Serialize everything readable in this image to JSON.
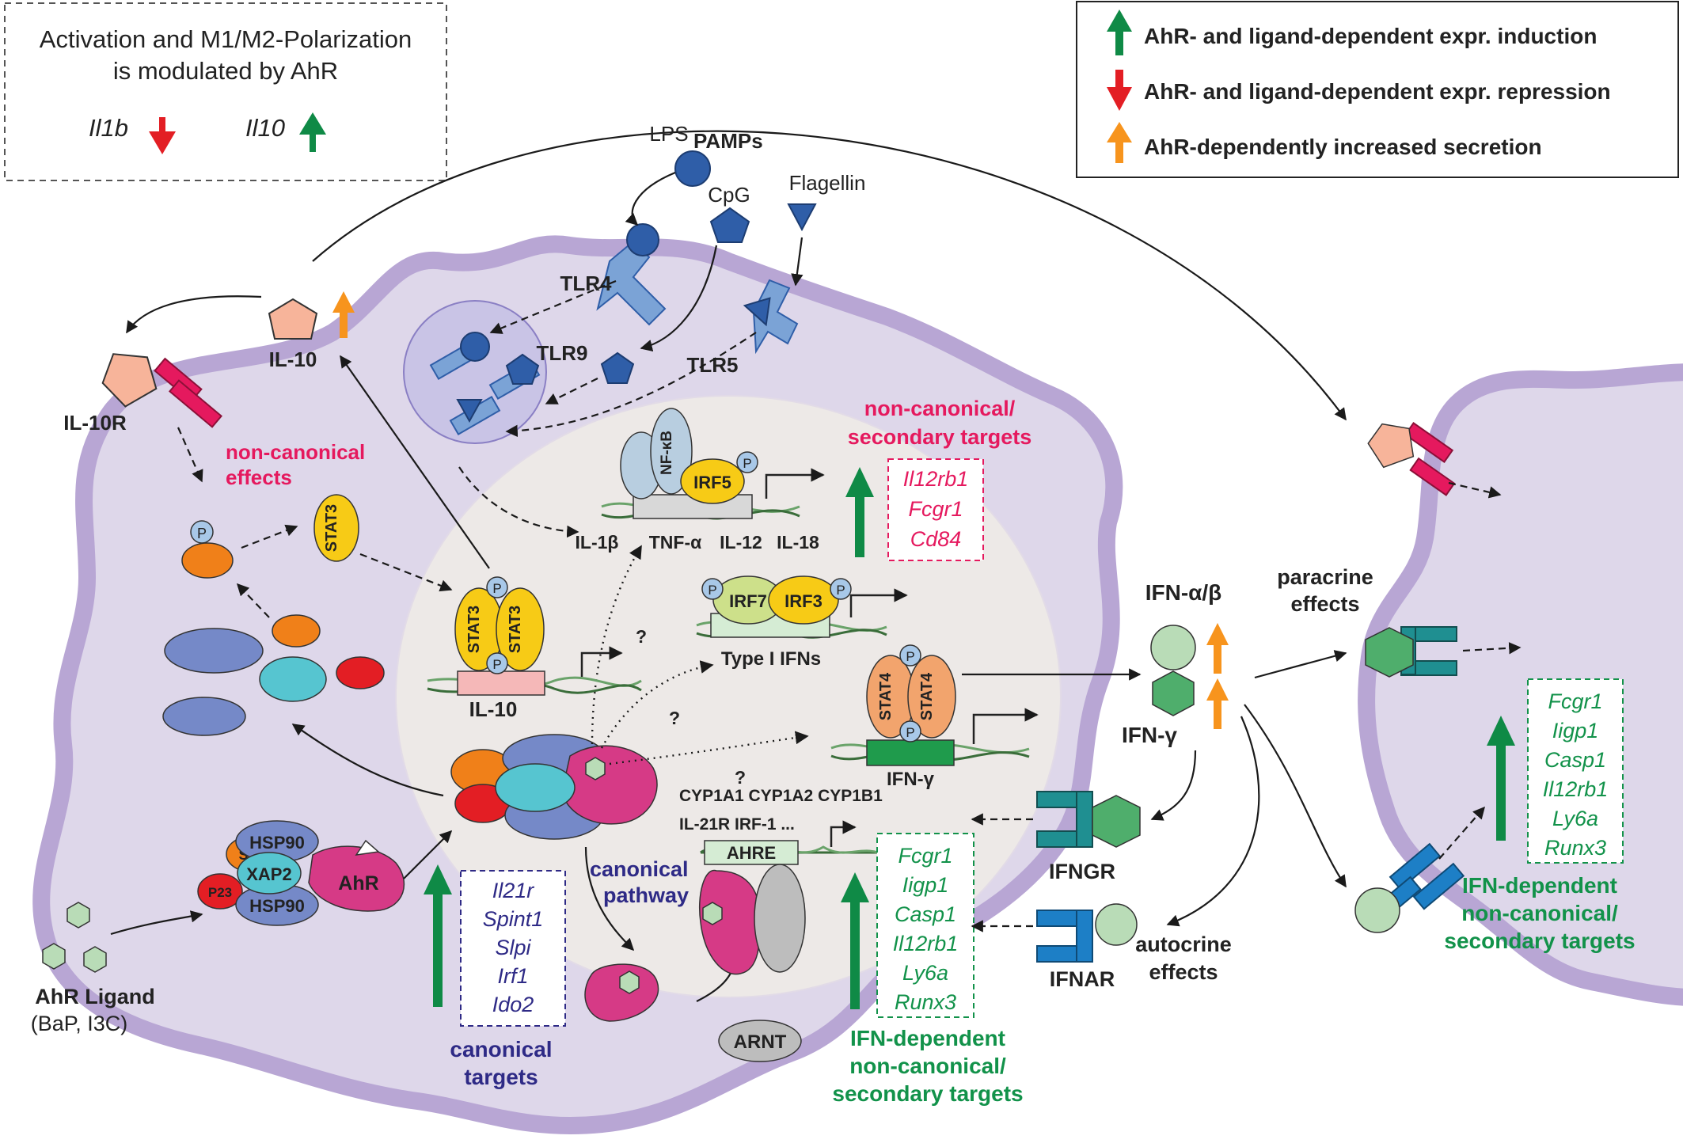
{
  "colors": {
    "membrane": "#b8a6d4",
    "cytoplasm": "#ded7ea",
    "nucleus": "#ede9e7",
    "induction": "#0f8a46",
    "repression": "#e31e24",
    "secretion": "#f7941d",
    "canonical": "#2e2a86",
    "noncanonical": "#e5195e",
    "ifn_dependent": "#12924a",
    "receptor_blue": "#7ba3d6",
    "ahr_magenta": "#d63a86",
    "stat3_yellow": "#f7cb16"
  },
  "top_left_box": {
    "line1": "Activation and M1/M2-Polarization",
    "line2": "is modulated by AhR",
    "gene_down": "Il1b",
    "gene_up": "Il10"
  },
  "legend": [
    {
      "icon": "green-up-arrow-icon",
      "text": "AhR- and ligand-dependent expr. induction"
    },
    {
      "icon": "red-down-arrow-icon",
      "text": "AhR- and ligand-dependent expr. repression"
    },
    {
      "icon": "orange-up-arrow-icon",
      "text": "AhR-dependently increased secretion"
    }
  ],
  "pamps": {
    "title": "PAMPs",
    "lps": "LPS",
    "cpg": "CpG",
    "flagellin": "Flagellin"
  },
  "receptors": {
    "tlr4": "TLR4",
    "tlr9": "TLR9",
    "tlr5": "TLR5",
    "il10r": "IL-10R",
    "ifngr": "IFNGR",
    "ifnar": "IFNAR"
  },
  "cytokines": {
    "il10": "IL-10",
    "ifnab": "IFN-α/β",
    "ifng": "IFN-γ"
  },
  "effects": {
    "noncanonical_effects": [
      "non-canonical",
      "effects"
    ],
    "paracrine": [
      "paracrine",
      "effects"
    ],
    "autocrine": [
      "autocrine",
      "effects"
    ],
    "canonical_pathway": [
      "canonical",
      "pathway"
    ]
  },
  "proteins": {
    "p": "P",
    "stat3": "STAT3",
    "stat4": "STAT4",
    "nfkb": "NF-κB",
    "irf5": "IRF5",
    "irf7": "IRF7",
    "irf3": "IRF3",
    "hsp90": "HSP90",
    "src": "Src",
    "xap2": "XAP2",
    "p23": "P23",
    "ahr": "AhR",
    "arnt": "ARNT",
    "ahre": "AHRE"
  },
  "nucleus_labels": {
    "nfkb_targets": [
      "IL-1β",
      "TNF-α",
      "IL-12",
      "IL-18"
    ],
    "type1_ifns": "Type I IFNs",
    "il10_gene": "IL-10",
    "ifng_gene": "IFN-γ",
    "question": "?",
    "cyp_line": "CYP1A1  CYP1A2  CYP1B1",
    "il21r_line": "IL-21R   IRF-1 ..."
  },
  "noncanonical_targets": {
    "title": [
      "non-canonical/",
      "secondary targets"
    ],
    "genes": [
      "Il12rb1",
      "Fcgr1",
      "Cd84"
    ]
  },
  "canonical_targets": {
    "title": [
      "canonical",
      "targets"
    ],
    "genes": [
      "Il21r",
      "Spint1",
      "Slpi",
      "Irf1",
      "Ido2"
    ]
  },
  "ifn_targets_center": {
    "title": [
      "IFN-dependent",
      "non-canonical/",
      "secondary targets"
    ],
    "genes": [
      "Fcgr1",
      "Iigp1",
      "Casp1",
      "Il12rb1",
      "Ly6a",
      "Runx3"
    ]
  },
  "ifn_targets_right": {
    "title": [
      "IFN-dependent",
      "non-canonical/",
      "secondary targets"
    ],
    "genes": [
      "Fcgr1",
      "Iigp1",
      "Casp1",
      "Il12rb1",
      "Ly6a",
      "Runx3"
    ]
  },
  "ligand": {
    "title": "AhR Ligand",
    "examples": "(BaP, I3C)"
  }
}
